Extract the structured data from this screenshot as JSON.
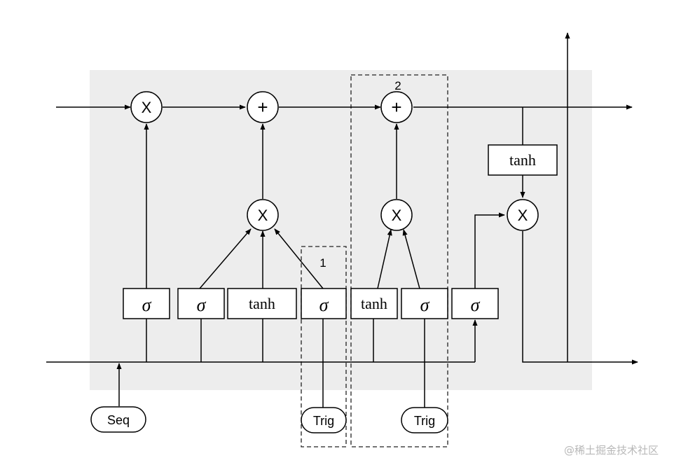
{
  "diagram": {
    "gates": {
      "forget_sigma": "σ",
      "input_sigma": "σ",
      "input_tanh": "tanh",
      "time_sigma": "σ",
      "trig_tanh": "tanh",
      "trig_sigma": "σ",
      "output_sigma": "σ",
      "cell_tanh": "tanh"
    },
    "operators": {
      "mult_forget": "X",
      "add_input": "+",
      "add_trig": "+",
      "mult_input": "X",
      "mult_trig": "X",
      "mult_output": "X"
    },
    "inputs": {
      "seq": "Seq",
      "trig_1": "Trig",
      "trig_2": "Trig"
    },
    "regions": {
      "region_1": "1",
      "region_2": "2"
    }
  },
  "watermark": "@稀土掘金技术社区"
}
